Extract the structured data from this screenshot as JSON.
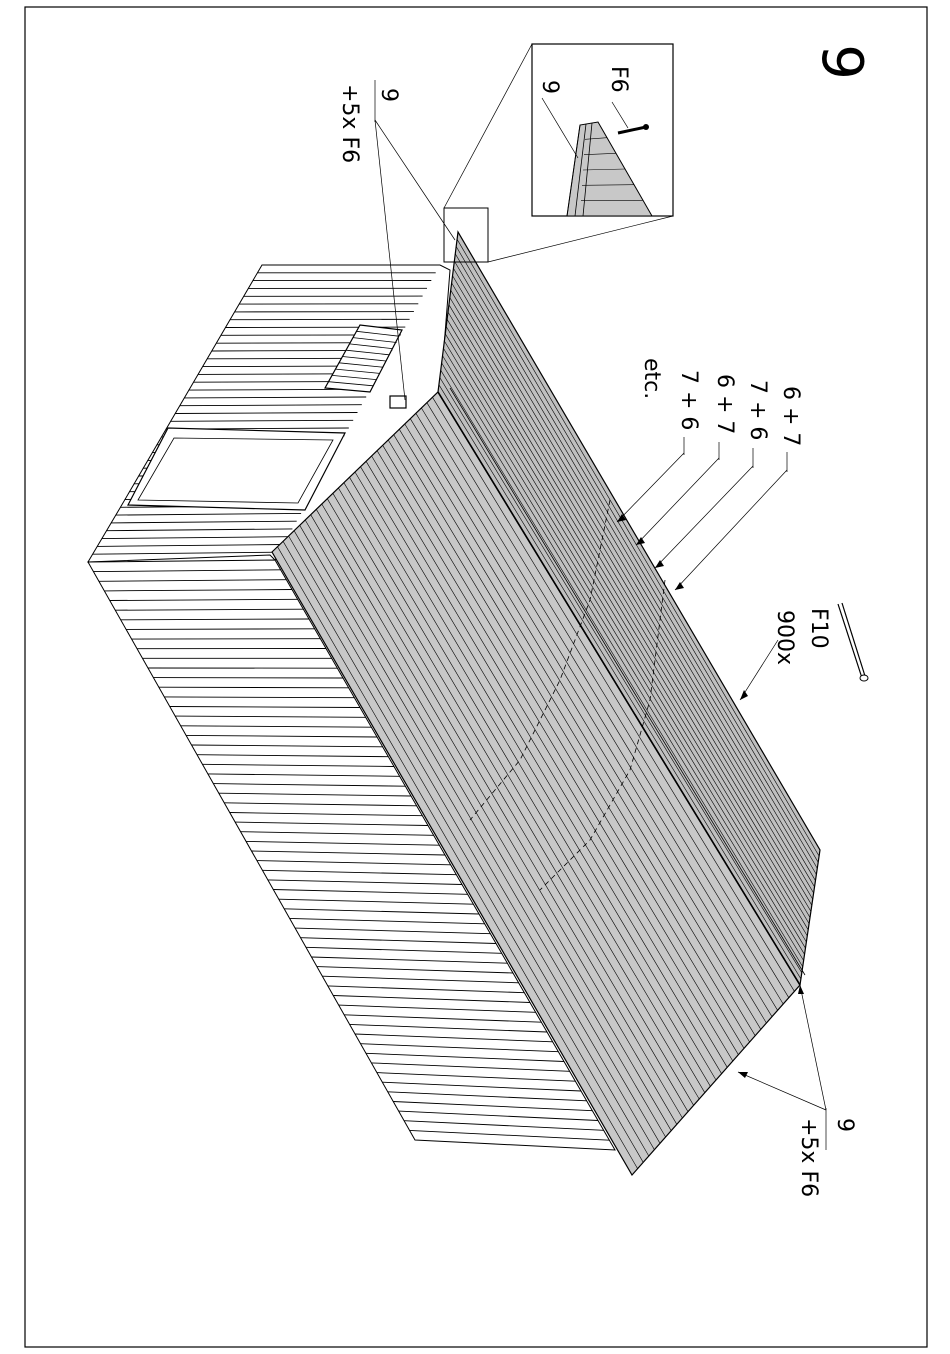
{
  "step_number": "9",
  "labels": {
    "top_part": "9",
    "top_screws": "+5x F6",
    "inset_screw": "F6",
    "inset_part": "9",
    "seq_1": "6 + 7",
    "seq_2": "7 + 6",
    "seq_3": "6 + 7",
    "seq_4": "7 + 6",
    "seq_etc": "etc.",
    "nail_code": "F10",
    "nail_count": "900x",
    "bottom_part": "9",
    "bottom_screws": "+5x F6"
  },
  "colors": {
    "roof_fill": "#c8c8c8",
    "line": "#000000",
    "background": "#ffffff"
  }
}
